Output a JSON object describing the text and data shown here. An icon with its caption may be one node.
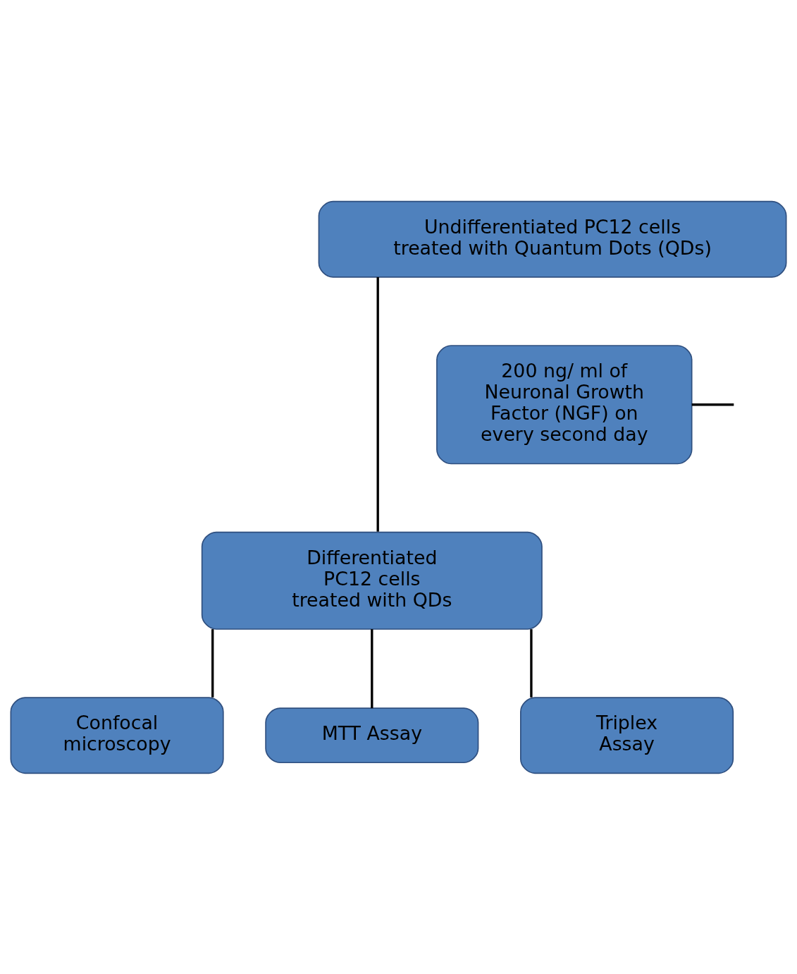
{
  "diagram": {
    "nodes": [
      {
        "text": [
          "Undifferentiated PC12 cells treated with Quantum Dots (QDs)"
        ]
      },
      {
        "text": [
          "200 ng/ ml of Neuronal Growth Factor (NGF) on every second day"
        ]
      },
      {
        "text": [
          "Differentiated PC12 cells treated with QDs"
        ]
      },
      {
        "text": [
          "Confocal microscopy"
        ]
      },
      {
        "text": [
          "MTT Assay"
        ]
      },
      {
        "text": [
          "Triplex Assay"
        ]
      }
    ],
    "edges": [
      {
        "from": 0,
        "to": 2,
        "arrow": "none"
      },
      {
        "from": 1,
        "to": null,
        "arrow": "none"
      },
      {
        "from": 2,
        "to": 3,
        "arrow": "none"
      },
      {
        "from": 2,
        "to": 4,
        "arrow": "none"
      },
      {
        "from": 2,
        "to": 5,
        "arrow": "none"
      }
    ]
  }
}
